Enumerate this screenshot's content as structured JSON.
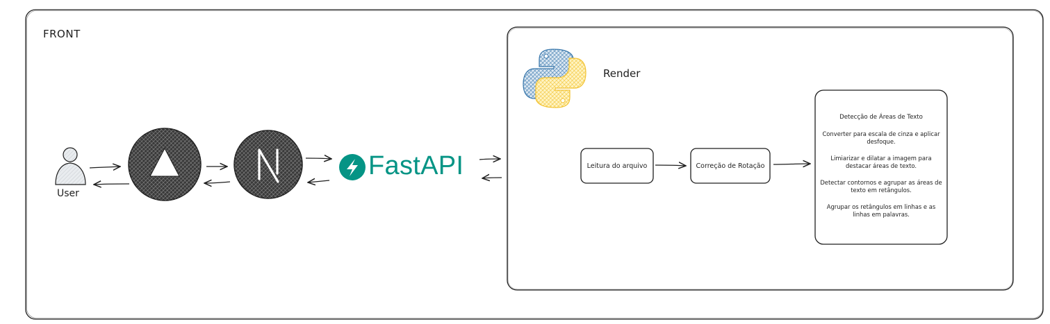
{
  "frame": {
    "label": "FRONT"
  },
  "user": {
    "label": "User",
    "icon": "user-icon"
  },
  "services": {
    "vercel_icon": "triangle-logo-icon",
    "nextjs_icon": "nextjs-n-logo-icon",
    "fastapi": {
      "label": "FastAPI",
      "icon": "fastapi-bolt-icon",
      "color": "#059485"
    }
  },
  "render": {
    "label": "Render",
    "icon": "python-logo-icon",
    "steps": [
      {
        "label": "Leitura do arquivo"
      },
      {
        "label": "Correção de Rotação"
      }
    ],
    "detail": {
      "title": "Detecção de Áreas de Texto",
      "items": [
        "Converter para escala de cinza e aplicar desfoque.",
        "Limiarizar e dilatar a imagem para destacar áreas de texto.",
        "Detectar contornos e agrupar as áreas de texto em retângulos.",
        "Agrupar os retângulos em linhas e as linhas em palavras."
      ]
    }
  },
  "colors": {
    "fastapi_teal": "#059485",
    "python_blue": "#3776ab",
    "python_yellow": "#ffd43b",
    "stroke": "#1e1e1e"
  }
}
